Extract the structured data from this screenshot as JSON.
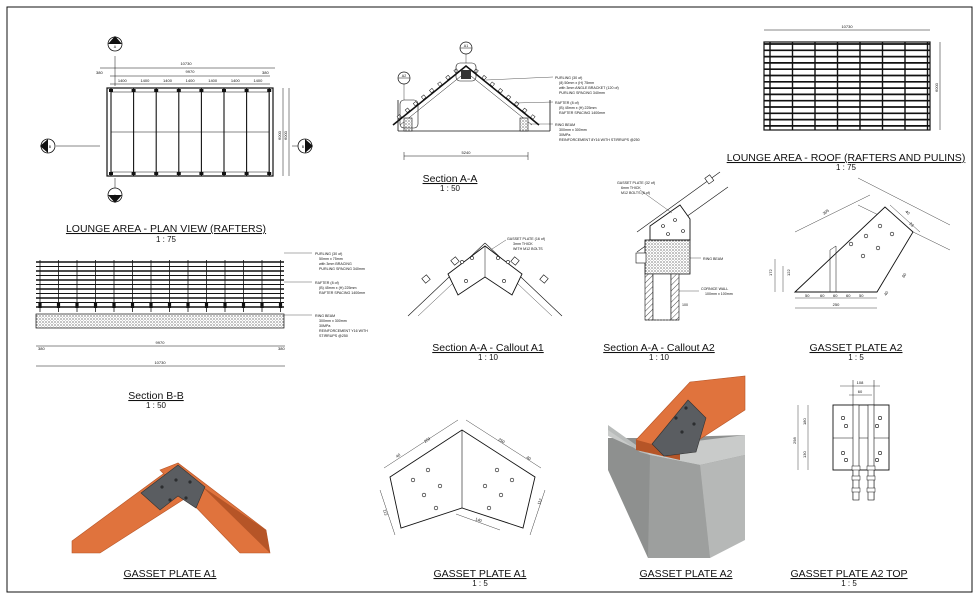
{
  "colors": {
    "timber": "#e0733d",
    "timber_dark": "#b65527",
    "plate": "#5a5d61",
    "concrete": "#b9bcbb",
    "concrete_dark": "#8e908f",
    "line": "#111111"
  },
  "views": {
    "plan_view": {
      "title": "LOUNGE AREA - PLAN VIEW (RAFTERS)",
      "scale": "1 : 75",
      "overall": "10730",
      "inner": "9970",
      "edge": "380",
      "bay": "1400",
      "depth": "6000",
      "grid_marker": "A",
      "north_marker": "B",
      "sheet_ref": "01"
    },
    "section_aa": {
      "title": "Section A-A",
      "scale": "1 : 50",
      "width": "5240",
      "callout_a1": "A1",
      "callout_a2": "A2",
      "purlin_label": "PURLING (30 of)",
      "purlin_size": "(8) 50mm x (H) 75mm",
      "purlin_bracket": "with 3mm ANGLE BRACKET (120 of)",
      "purlin_spacing": "PURLING SPACING 340mm",
      "rafter_label": "RAFTER (8 of)",
      "rafter_size": "(B) 45mm x (H) 225mm",
      "rafter_spacing": "RAFTER SPACING 1400mm",
      "ring_label": "RING BEAM",
      "ring_size": "300mm x 300mm",
      "ring_mpa": "30MPa",
      "ring_reinf": "REINFORCEMENT 8Y16 WITH STIRRUPS @250"
    },
    "roof_view": {
      "title": "LOUNGE AREA - ROOF (RAFTERS AND PULINS)",
      "scale": "1 : 75",
      "width": "10730",
      "depth": "6000"
    },
    "section_bb": {
      "title": "Section B-B",
      "scale": "1 : 50",
      "purlin_label": "PURLING (30 of)",
      "purlin_size": "50mm x 75mm",
      "purlin_brace": "with 3mm BRACING",
      "purlin_spacing": "PURLING SPACING 340mm",
      "rafter_label": "RAFTER (8 of)",
      "rafter_size": "(B) 45mm x (H) 225mm",
      "rafter_spacing": "RAFTER SPACING 1400mm",
      "ring_label": "RING BEAM",
      "ring_size": "300mm x 300mm",
      "ring_mpa": "30MPa",
      "ring_reinf": "REINFORCEMENT Y16 WITH",
      "ring_stirrups": "STIRRUPS @250",
      "overall": "10730",
      "inner": "9970",
      "edge": "380"
    },
    "callout_a1": {
      "title": "Section A-A - Callout A1",
      "scale": "1 : 10",
      "plate_label": "GASSET PLATE (16 of)",
      "plate_thick": "3mm THICK",
      "plate_bolts": "WITH M12 BOLTS"
    },
    "callout_a2": {
      "title": "Section A-A - Callout A2",
      "scale": "1 : 10",
      "plate_label": "GASSET PLATE (32 of)",
      "plate_thick": "6mm THICK",
      "plate_bolts": "M12 BOLTS (8 of)",
      "ring_label": "RING BEAM",
      "wall_label": "CORNICE WALL",
      "wall_size": "100mm x 100mm",
      "dim_100": "100"
    },
    "gasset_a2_detail": {
      "title": "GASSET PLATE A2",
      "scale": "1 : 5",
      "len": "305",
      "width": "250",
      "height": "172",
      "inner": "122",
      "d1": "23",
      "d2": "40",
      "d3": "60",
      "d4": "50"
    },
    "gasset_a1_3d": {
      "title": "GASSET PLATE A1"
    },
    "gasset_a1_detail": {
      "title": "GASSET PLATE A1",
      "scale": "1 : 5",
      "len": "250",
      "d1": "40",
      "d2": "140",
      "d3": "112"
    },
    "gasset_a2_3d": {
      "title": "GASSET PLATE A2"
    },
    "gasset_a2_top": {
      "title": "GASSET PLATE A2 TOP",
      "scale": "1 : 5",
      "width": "108",
      "h1": "180",
      "h2": "298",
      "h3": "130",
      "d1": "60"
    }
  }
}
